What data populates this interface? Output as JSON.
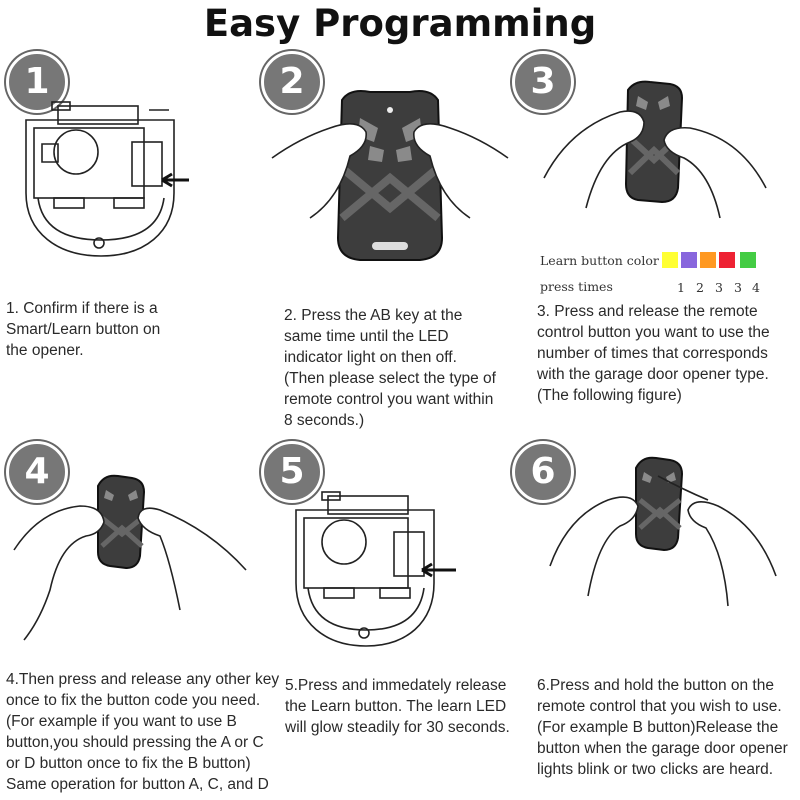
{
  "title": "Easy Programming",
  "steps": [
    {
      "number": "1",
      "text": "1. Confirm if there is a Smart/Learn button on the opener."
    },
    {
      "number": "2",
      "text": "2. Press the AB key at the same time until the LED indicator light on then off. (Then please select the type of remote control you want within 8 seconds.)"
    },
    {
      "number": "3",
      "text": "3. Press and release the remote control button you want to use the number of times that corresponds with the garage door opener type. (The following figure)"
    },
    {
      "number": "4",
      "text": "4.Then press and release any other key once to fix the button code you need.(For example if you want to use B button,you should pressing the A or C or D button once to fix the B button) Same operation for button A, C, and D"
    },
    {
      "number": "5",
      "text": "5.Press and immedately release the Learn button. The learn LED will glow steadily for 30 seconds."
    },
    {
      "number": "6",
      "text": "6.Press and hold the button on the remote control that you wish to use. (For example B button)Release the button when the garage door opener lights blink or two clicks are heard."
    }
  ],
  "legend": {
    "color_label": "Learn button color",
    "press_label": "press times",
    "colors": [
      "#ffff33",
      "#8866dd",
      "#ff9922",
      "#ee2233",
      "#44cc44"
    ],
    "press_numbers": [
      "1",
      "2",
      "3",
      "3",
      "4"
    ]
  }
}
